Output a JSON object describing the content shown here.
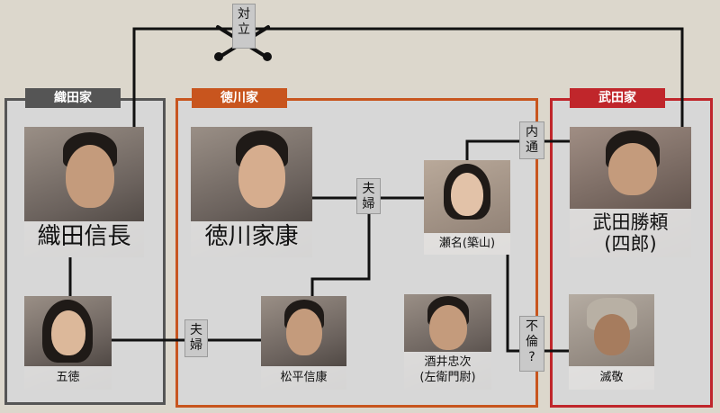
{
  "groups": {
    "oda": {
      "label": "織田家",
      "color": "#555555"
    },
    "tokugawa": {
      "label": "徳川家",
      "color": "#c8551e"
    },
    "takeda": {
      "label": "武田家",
      "color": "#c0262b"
    }
  },
  "people": {
    "nobunaga": {
      "name": "織田信長"
    },
    "gotoku": {
      "name": "五徳"
    },
    "ieyasu": {
      "name": "徳川家康"
    },
    "senahime": {
      "name": "瀬名(築山)"
    },
    "nobuyasu": {
      "name": "松平信康"
    },
    "tadatsugu": {
      "line1": "酒井忠次",
      "line2": "(左衛門尉)"
    },
    "katsuyori": {
      "line1": "武田勝頼",
      "line2": "(四郎)"
    },
    "genkei": {
      "name": "滅敬"
    }
  },
  "relations": {
    "rivalry": {
      "line1": "対",
      "line2": "立",
      "icon": "crossed-swords-icon"
    },
    "couple1": {
      "line1": "夫",
      "line2": "婦"
    },
    "couple2": {
      "line1": "夫",
      "line2": "婦"
    },
    "secret": {
      "line1": "内",
      "line2": "通"
    },
    "affair": {
      "line1": "不",
      "line2": "倫",
      "line3": "?"
    }
  }
}
